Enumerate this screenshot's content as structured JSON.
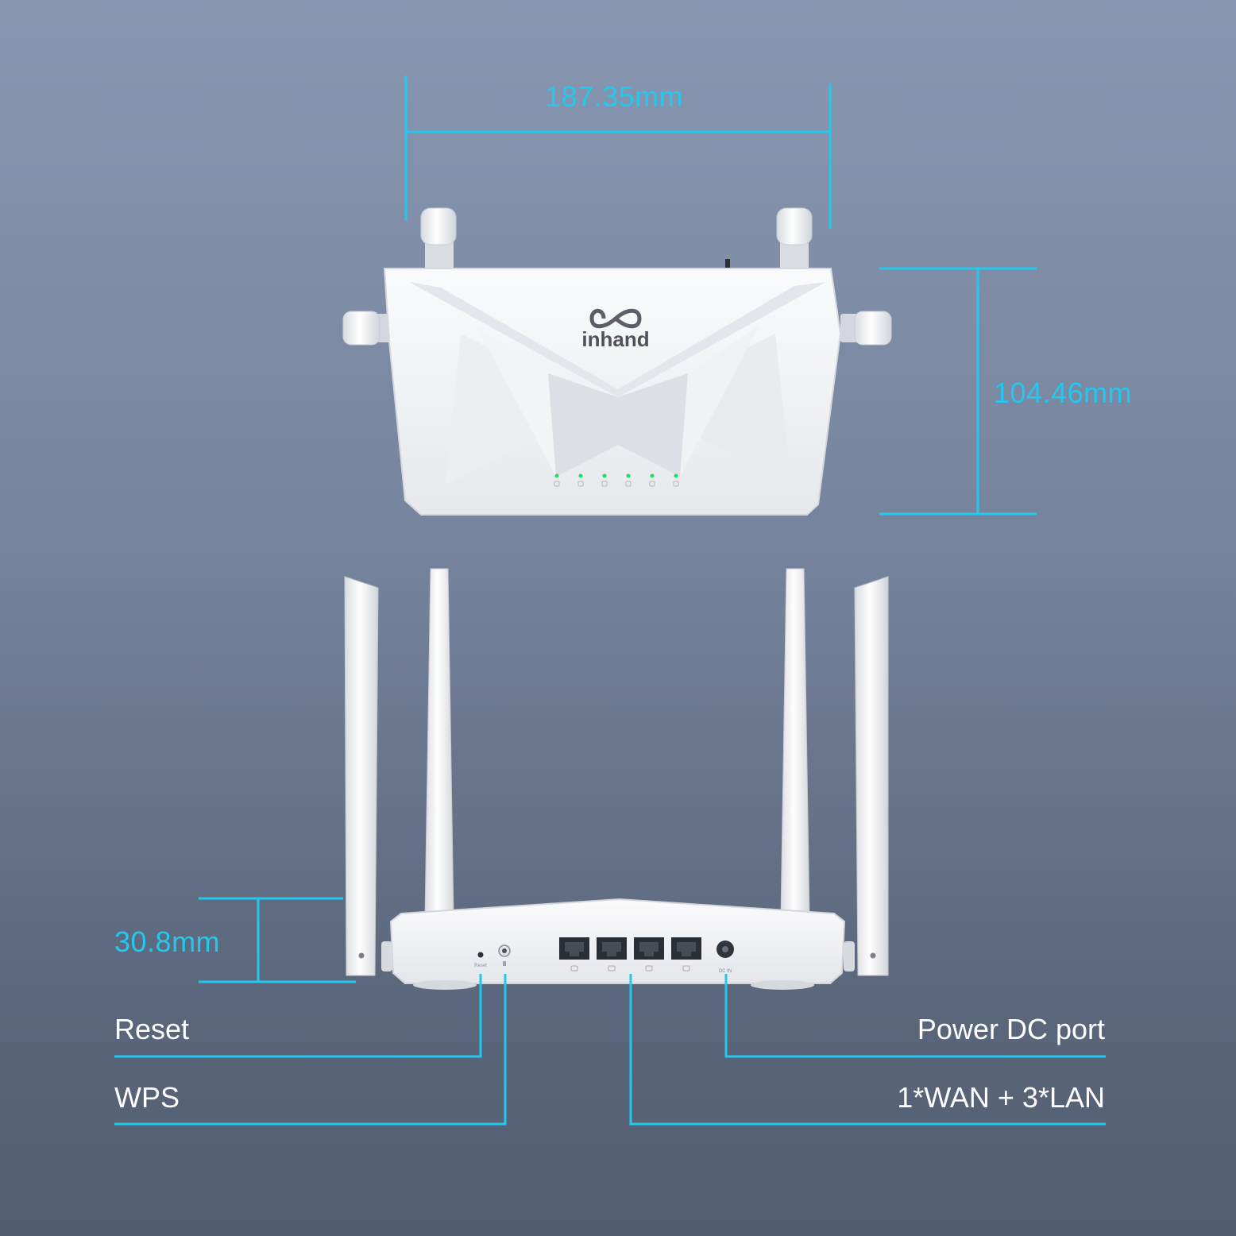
{
  "dimensions": {
    "width": "187.35mm",
    "depth": "104.46mm",
    "height": "30.8mm"
  },
  "callouts": {
    "reset": "Reset",
    "wps": "WPS",
    "power": "Power DC port",
    "ports": "1*WAN + 3*LAN"
  },
  "brand": {
    "logo_text": "inhand"
  },
  "device_marks": {
    "reset_mark": "Reset",
    "dc_mark": "DC IN"
  },
  "colors": {
    "accent": "#22c8ee",
    "background_top": "#8897b1",
    "background_bottom": "#525d70",
    "device_body": "#f4f5f7",
    "led": "#22dd66"
  },
  "icons": {
    "logo": "infinity-logo-icon",
    "leds": [
      "power-icon",
      "internet-icon",
      "wifi-24-icon",
      "wifi-5-icon",
      "lan-icon",
      "wps-icon"
    ],
    "ports": [
      "ethernet-port-icon",
      "ethernet-port-icon",
      "ethernet-port-icon",
      "ethernet-port-icon"
    ]
  }
}
